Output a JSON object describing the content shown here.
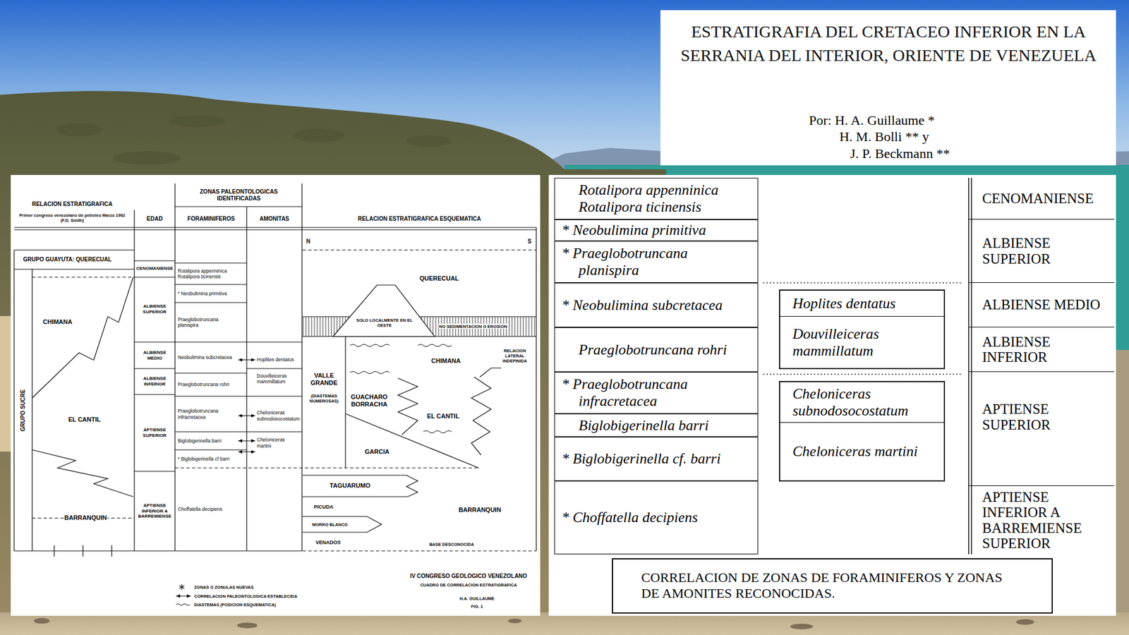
{
  "diagram": {
    "title": "ESTRATIGRAFIA DEL CRETACEO INFERIOR EN LA SERRANIA DEL INTERIOR, ORIENTE DE VENEZUELA",
    "caption": "CORRELACION DE ZONAS DE FORAMINIFEROS Y ZONAS DE AMONITES RECONOCIDAS.",
    "nodes": [
      {
        "text": [
          "Rotalipora appenninica Rotalipora ticinensis"
        ]
      },
      {
        "text": [
          "* Neobulimina primitiva"
        ]
      },
      {
        "text": [
          "Praeglobotruncana planispira"
        ]
      },
      {
        "text": [
          "Neobulimina subcretacea"
        ]
      },
      {
        "text": [
          "Praeglobotruncana rohri"
        ]
      },
      {
        "text": [
          "Praeglobotruncana infracretacea"
        ]
      },
      {
        "text": [
          "Biglobigerinella barri"
        ]
      },
      {
        "text": [
          "* Biglobigerinella cf barri"
        ]
      },
      {
        "text": [
          "Choffatella decipiens"
        ]
      },
      {
        "text": [
          "Hoplites dentatus"
        ]
      },
      {
        "text": [
          "Douvilleiceras mammillatum"
        ]
      },
      {
        "text": [
          "Cheloniceras subnodosocostatum"
        ]
      },
      {
        "text": [
          "Cheloniceras martini"
        ]
      },
      {
        "text": [
          "Rotalipora appenninica Rotalipora ticinensis"
        ]
      },
      {
        "text": [
          "* Neobulimina primitiva"
        ]
      },
      {
        "text": [
          "* Praeglobotruncana planispira"
        ]
      },
      {
        "text": [
          "* Neobulimina subcretacea"
        ]
      },
      {
        "text": [
          "Praeglobotruncana rohri"
        ]
      },
      {
        "text": [
          "* Praeglobotruncana infracretacea"
        ]
      },
      {
        "text": [
          "Biglobigerinella barri"
        ]
      },
      {
        "text": [
          "* Biglobigerinella cf. barri"
        ]
      },
      {
        "text": [
          "* Choffatella decipiens"
        ]
      },
      {
        "text": [
          "Hoplites dentatus"
        ]
      },
      {
        "text": [
          "Douvilleiceras mammillatum"
        ]
      },
      {
        "text": [
          "Cheloniceras subnodosocostatum"
        ]
      },
      {
        "text": [
          "Cheloniceras martini"
        ]
      },
      {
        "text": [
          "CENOMANIENSE"
        ]
      },
      {
        "text": [
          "ALBIENSE SUPERIOR"
        ]
      },
      {
        "text": [
          "ALBIENSE MEDIO"
        ]
      },
      {
        "text": [
          "ALBIENSE INFERIOR"
        ]
      },
      {
        "text": [
          "APTIENSE SUPERIOR"
        ]
      },
      {
        "text": [
          "APTIENSE INFERIOR A BARREMIENSE SUPERIOR"
        ]
      }
    ],
    "edges": [
      {
        "from": 3,
        "to": 9,
        "arrow": "both"
      },
      {
        "from": 5,
        "to": 11,
        "arrow": "both"
      },
      {
        "from": 6,
        "to": 12,
        "arrow": "both"
      },
      {
        "from": 7,
        "to": 12,
        "arrow": "both"
      }
    ],
    "labels": [
      "Por: H. A. Guillaume *",
      "H. M. Bolli ** y",
      "J. P. Beckmann **",
      "RELACION ESTRATIGRAFICA",
      "Primer congreso venezolano de petroleo Marzo 1962 (F.D. Smith)",
      "ZONAS PALEONTOLOGICAS IDENTIFICADAS",
      "EDAD",
      "FORAMINIFEROS",
      "AMONITAS",
      "RELACION ESTRATIGRAFICA ESQUEMATICA",
      "N",
      "S",
      "GRUPO GUAYUTA: QUERECUAL",
      "CHIMANA",
      "EL CANTIL",
      "BARRANQUIN",
      "GRUPO SUCRE",
      "CENOMANIENSE",
      "ALBIENSE SUPERIOR",
      "ALBIENSE MEDIO",
      "ALBIENSE INFERIOR",
      "APTIENSE SUPERIOR",
      "APTIENSE INFERIOR A BARREMIENSE",
      "QUERECUAL",
      "SOLO LOCALMENTE EN EL OESTE",
      "NO SEDIMENTACION O EROSION",
      "RELACION LATERAL INDEFINIDA",
      "CHIMANA",
      "VALLE GRANDE",
      "(DIASTEMAS NUMEROSAS)",
      "GUACHARO BORRACHA",
      "EL CANTIL",
      "GARCIA",
      "TAGUARUMO",
      "PICUDA",
      "MORRO BLANCO",
      "VENADOS",
      "BARRANQUIN",
      "BASE DESCONOCIDA",
      "IV CONGRESO GEOLOGICO VENEZOLANO",
      "CUADRO DE CORRELACION ESTRATIGRAFICA",
      "H.A. GUILLAUME",
      "FIG. 1"
    ],
    "legend": [
      {
        "text": "ZONAS O ZONULAS NUEVAS"
      },
      {
        "text": "CORRELACION PALEONTOLOGICA ESTABLECIDA"
      },
      {
        "text": "DIASTEMAS (POSICION ESQUEMATICA)"
      }
    ]
  }
}
